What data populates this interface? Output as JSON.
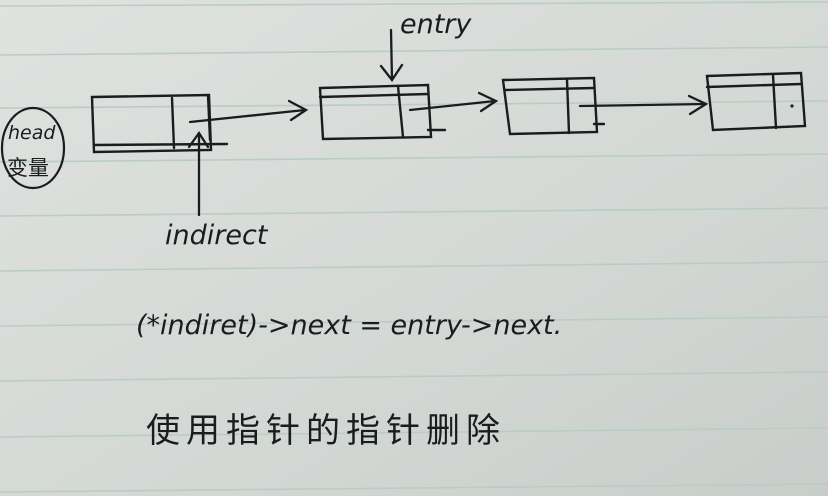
{
  "labels": {
    "entry": "entry",
    "head_line1": "head",
    "head_line2": "变量",
    "indirect": "indirect"
  },
  "code_line": "(*indiret)->next = entry->next.",
  "caption": "使用指针的指针删除",
  "colors": {
    "paper": "#d6dad7",
    "ruled_line": "#b9cdc5",
    "ink": "#1b1c20"
  }
}
